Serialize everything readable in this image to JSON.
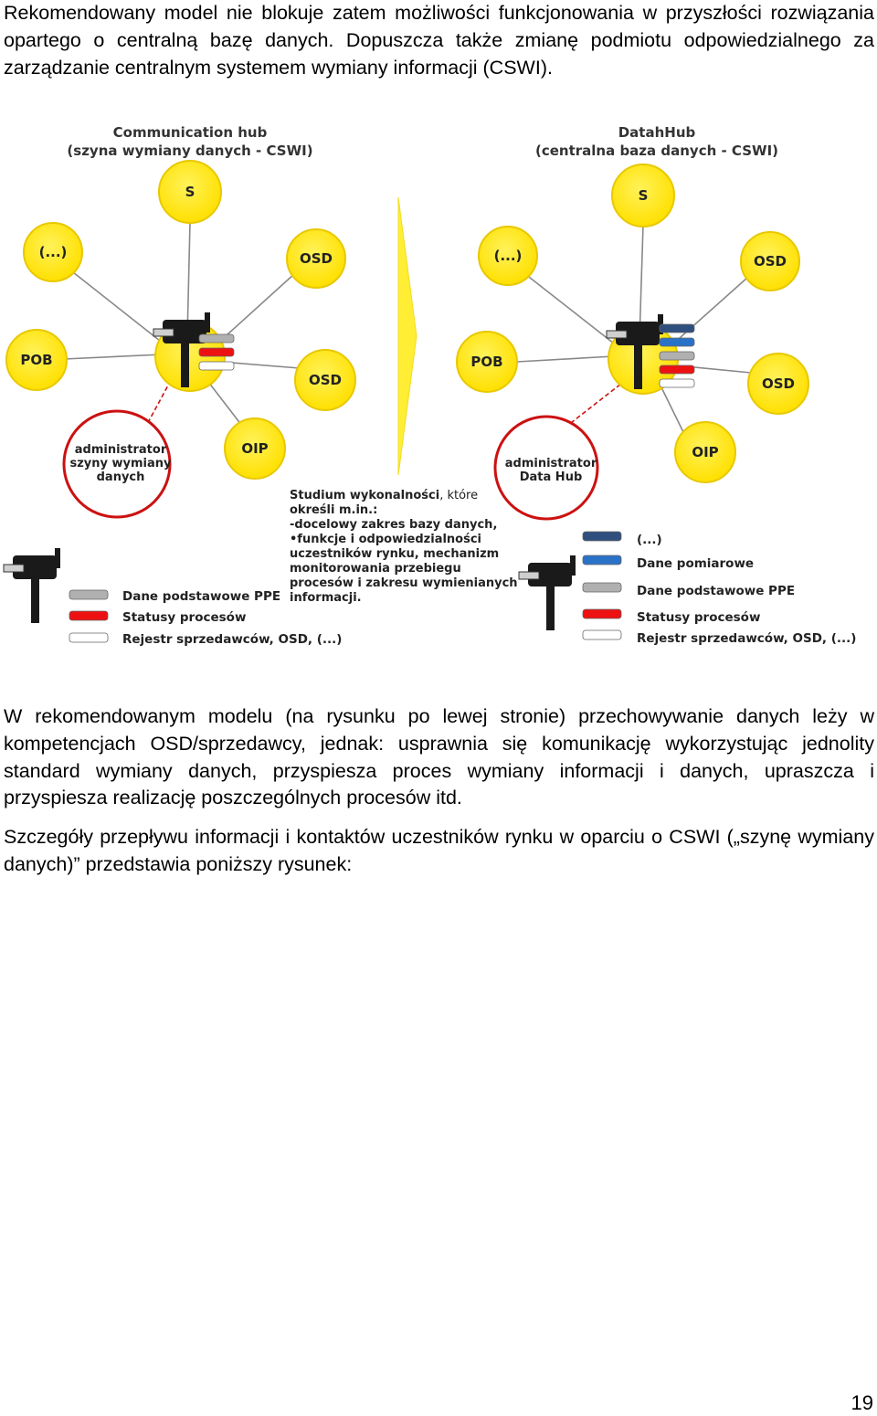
{
  "text": {
    "para1": "Rekomendowany model nie blokuje zatem możliwości funkcjonowania w przyszłości rozwiązania opartego o centralną bazę danych. Dopuszcza także zmianę podmiotu odpowiedzialnego za zarządzanie centralnym systemem wymiany informacji (CSWI).",
    "para2": "W rekomendowanym modelu (na rysunku po lewej stronie) przechowywanie danych leży w kompetencjach OSD/sprzedawcy, jednak: usprawnia się komunikację wykorzystując jednolity standard wymiany danych, przyspiesza proces wymiany informacji i danych, upraszcza i przyspiesza realizację poszczególnych procesów itd.",
    "para3": "Szczegóły przepływu informacji i kontaktów uczestników rynku w oparciu o CSWI („szynę wymiany danych)” przedstawia poniższy rysunek:",
    "page_number": "19"
  },
  "figure": {
    "left": {
      "title_line1": "Communication hub",
      "title_line2": "(szyna wymiany danych - CSWI)",
      "nodes": {
        "s": "S",
        "etc": "(...)",
        "osd_top": "OSD",
        "pob": "POB",
        "osd_bottom": "OSD",
        "oip": "OIP"
      },
      "admin_line1": "administrator",
      "admin_line2": "szyny wymiany",
      "admin_line3": "danych",
      "legend": {
        "dane_ppe": "Dane podstawowe PPE",
        "statusy": "Statusy procesów",
        "rejestr": "Rejestr sprzedawców, OSD,  (...)"
      }
    },
    "study": {
      "line1_bold": "Studium wykonalności",
      "line1_rest": ", które",
      "line2": "określi m.in.:",
      "line3": "-docelowy zakres bazy danych,",
      "line4": "•funkcje i odpowiedzialności",
      "line5": "uczestników rynku, mechanizm",
      "line6": "monitorowania przebiegu",
      "line7": "procesów i zakresu wymienianych",
      "line8": "informacji."
    },
    "right": {
      "title_line1": "DatahHub",
      "title_line2": "(centralna baza danych - CSWI)",
      "nodes": {
        "s": "S",
        "etc": "(...)",
        "osd_top": "OSD",
        "pob": "POB",
        "osd_bottom": "OSD",
        "oip": "OIP"
      },
      "admin_line1": "administrator",
      "admin_line2": "Data Hub",
      "legend": {
        "etc": "(...)",
        "pomiarowe": "Dane pomiarowe",
        "dane_ppe": "Dane podstawowe PPE",
        "statusy": "Statusy procesów",
        "rejestr": "Rejestr sprzedawców, OSD,  (...)"
      }
    },
    "colors": {
      "node_yellow": "#ffe600",
      "node_edge": "#e8c800",
      "admin_red": "#cc1111",
      "arrow_yellow": "#ffee33",
      "bar_red": "#ee1111",
      "bar_gray": "#b0b0b0",
      "bar_dark_blue": "#2f4f7f",
      "bar_blue": "#2a72c8"
    }
  }
}
